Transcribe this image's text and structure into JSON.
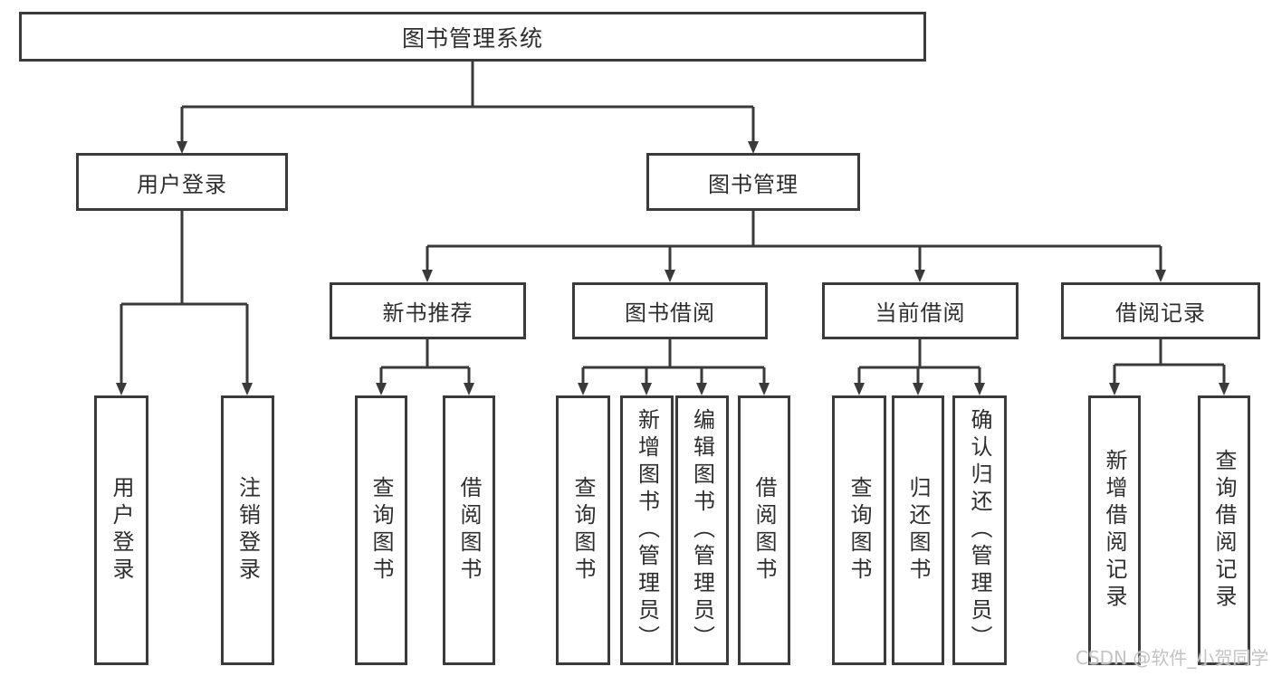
{
  "diagram": {
    "title": "图书管理系统",
    "root": {
      "label": "图书管理系统"
    },
    "level2": [
      {
        "label": "用户登录",
        "parent": "图书管理系统"
      },
      {
        "label": "图书管理",
        "parent": "图书管理系统"
      }
    ],
    "level3": [
      {
        "label": "新书推荐",
        "parent": "图书管理"
      },
      {
        "label": "图书借阅",
        "parent": "图书管理"
      },
      {
        "label": "当前借阅",
        "parent": "图书管理"
      },
      {
        "label": "借阅记录",
        "parent": "图书管理"
      }
    ],
    "leaves": [
      {
        "label": "用户登录",
        "parent": "用户登录"
      },
      {
        "label": "注销登录",
        "parent": "用户登录"
      },
      {
        "label": "查询图书",
        "parent": "新书推荐"
      },
      {
        "label": "借阅图书",
        "parent": "新书推荐"
      },
      {
        "label": "查询图书",
        "parent": "图书借阅"
      },
      {
        "label": "新增图书（管理员）",
        "parent": "图书借阅"
      },
      {
        "label": "编辑图书（管理员）",
        "parent": "图书借阅"
      },
      {
        "label": "借阅图书",
        "parent": "图书借阅"
      },
      {
        "label": "查询图书",
        "parent": "当前借阅"
      },
      {
        "label": "归还图书",
        "parent": "当前借阅"
      },
      {
        "label": "确认归还（管理员）",
        "parent": "当前借阅"
      },
      {
        "label": "新增借阅记录",
        "parent": "借阅记录"
      },
      {
        "label": "查询借阅记录",
        "parent": "借阅记录"
      }
    ]
  },
  "watermark": {
    "text": "CSDN @软件_小贺同学"
  },
  "colors": {
    "line": "#3a3a3a",
    "box_border": "#3a3a3a",
    "box_background": "#ffffff",
    "text": "#2e2e2e",
    "watermark": "#c3c3c3"
  }
}
